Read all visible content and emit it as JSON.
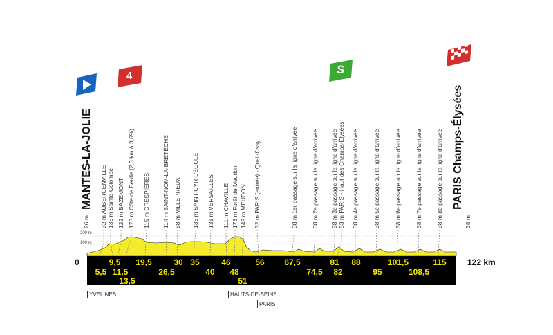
{
  "distance": {
    "start": "0",
    "end": "122 km"
  },
  "elevation_ticks": [
    "200 m",
    "100 m"
  ],
  "start": {
    "name": "MANTES-LA-JOLIE",
    "altitude": "26 m"
  },
  "finish": {
    "name": "PARIS Champs-Élysées",
    "altitude": "38 m"
  },
  "waypoints": [
    {
      "km": "5,5",
      "label": "32 m AUBERGENVILLE"
    },
    {
      "km": "9,5",
      "label": "135 m Sainte-Colombe"
    },
    {
      "km": "11,5",
      "label": "122 m BAZEMONT"
    },
    {
      "km": "13,5",
      "label": "178 m Côte de Beulle (2,3 km à 3,6%)"
    },
    {
      "km": "19,5",
      "label": "115 m CRESPIÈRES"
    },
    {
      "km": "26,5",
      "label": "114 m SAINT-NOM-LA-BRETÈCHE"
    },
    {
      "km": "30",
      "label": "88 m VILLEPREUX"
    },
    {
      "km": "35",
      "label": "136 m SAINT-CYR-L'ÉCOLE"
    },
    {
      "km": "40",
      "label": "131 m VERSAILLES"
    },
    {
      "km": "46",
      "label": "111 m CHAVILLE"
    },
    {
      "km": "48",
      "label": "173 m Forêt de Meudon"
    },
    {
      "km": "51",
      "label": "149 m MEUDON"
    },
    {
      "km": "56",
      "label": "32 m PARIS (entrée) - Quai d'Issy"
    },
    {
      "km": "67,5",
      "label": "38 m 1er passage sur la ligne d'arrivée"
    },
    {
      "km": "74,5",
      "label": "38 m 2e passage sur la ligne d'arrivée"
    },
    {
      "km": "81",
      "label": "38 m 3e passage sur la ligne d'arrivée"
    },
    {
      "km": "82",
      "label": "53 m PARIS - Haut des Champs-Élysées"
    },
    {
      "km": "88",
      "label": "38 m 4e passage sur la ligne d'arrivée"
    },
    {
      "km": "95",
      "label": "38 m 5e passage sur la ligne d'arrivée"
    },
    {
      "km": "101,5",
      "label": "38 m 6e passage sur la ligne d'arrivée"
    },
    {
      "km": "108,5",
      "label": "38 m 7e passage sur la ligne d'arrivée"
    },
    {
      "km": "115",
      "label": "38 m 8e passage sur la ligne d'arrivée"
    }
  ],
  "regions": [
    "YVELINES",
    "HAUTS-DE-SEINE",
    "PARIS"
  ],
  "badges": {
    "climb_category": "4",
    "sprint": "S"
  },
  "colors": {
    "profile": "#f4ec2a",
    "base": "#000000",
    "km_text": "#f2e300",
    "start_badge": "#1565c0",
    "climb_badge": "#d32f2f",
    "sprint_badge": "#3aaa35"
  }
}
